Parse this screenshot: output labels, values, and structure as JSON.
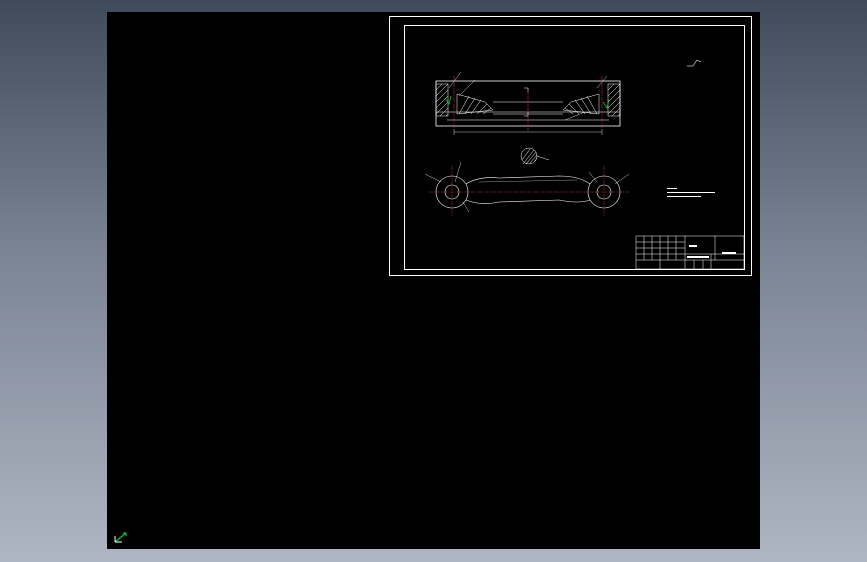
{
  "app": {
    "canvas_background": "#000000",
    "frame_line_color": "#ffffff",
    "cut_line_color": "#ff3b3b",
    "annotation_color": "#00cc44"
  },
  "drawing": {
    "views": [
      "front-section",
      "cross-section",
      "top-view"
    ],
    "title_block_present": true,
    "notes_present": true
  },
  "icons": {
    "ucs": "ucs-icon",
    "roughness": "surface-roughness-icon"
  }
}
